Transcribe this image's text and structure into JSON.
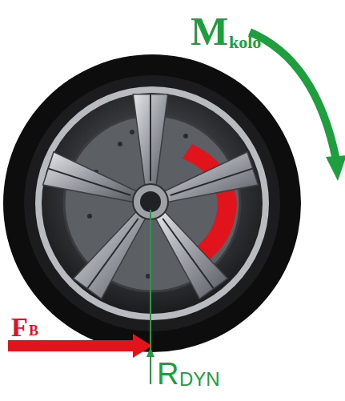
{
  "diagram": {
    "labels": [
      "M",
      "kolo",
      "F",
      "B",
      "R",
      "DYN"
    ]
  }
}
